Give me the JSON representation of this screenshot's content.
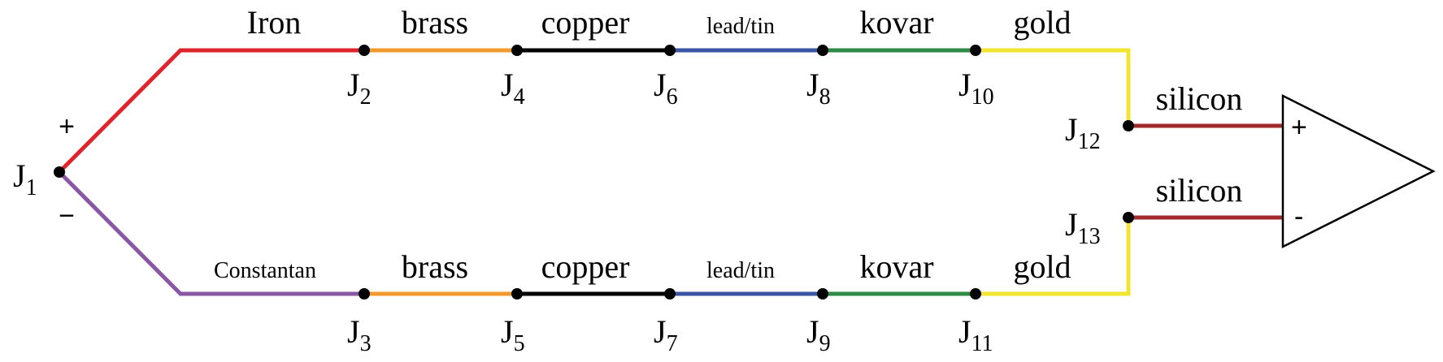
{
  "colors": {
    "iron": "#e0242b",
    "constantan": "#8a56a6",
    "brass": "#f39a2e",
    "copper": "#000000",
    "lead_tin": "#3a55a6",
    "kovar": "#2e8b45",
    "gold": "#f2e531",
    "silicon": "#a32a2a",
    "node": "#000000",
    "amplifier": "#000000"
  },
  "top_wires": [
    "Iron",
    "brass",
    "copper",
    "lead/tin",
    "kovar",
    "gold"
  ],
  "bottom_wires": [
    "Constantan",
    "brass",
    "copper",
    "lead/tin",
    "kovar",
    "gold"
  ],
  "silicon_labels": [
    "silicon",
    "silicon"
  ],
  "junctions": {
    "j1": {
      "letter": "J",
      "sub": "1"
    },
    "j2": {
      "letter": "J",
      "sub": "2"
    },
    "j3": {
      "letter": "J",
      "sub": "3"
    },
    "j4": {
      "letter": "J",
      "sub": "4"
    },
    "j5": {
      "letter": "J",
      "sub": "5"
    },
    "j6": {
      "letter": "J",
      "sub": "6"
    },
    "j7": {
      "letter": "J",
      "sub": "7"
    },
    "j8": {
      "letter": "J",
      "sub": "8"
    },
    "j9": {
      "letter": "J",
      "sub": "9"
    },
    "j10": {
      "letter": "J",
      "sub": "10"
    },
    "j11": {
      "letter": "J",
      "sub": "11"
    },
    "j12": {
      "letter": "J",
      "sub": "12"
    },
    "j13": {
      "letter": "J",
      "sub": "13"
    }
  },
  "polarity": {
    "top": "+",
    "bottom": "−"
  },
  "amplifier": {
    "plus": "+",
    "minus": "-"
  }
}
